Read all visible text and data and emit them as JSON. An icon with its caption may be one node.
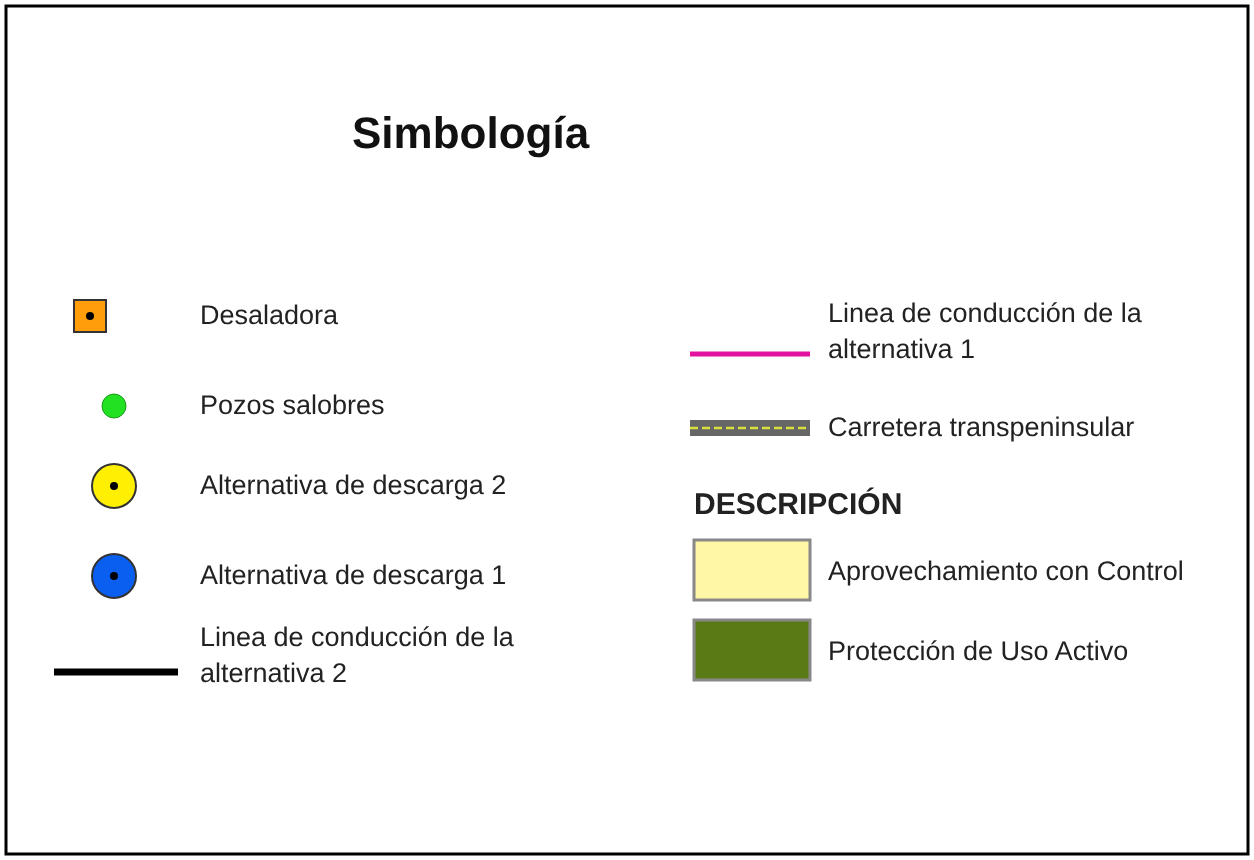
{
  "diagram": {
    "title": "Simbología",
    "labels": [
      "DESCRIPCIÓN"
    ],
    "legend": [
      {
        "text": "Desaladora"
      },
      {
        "text": "Pozos salobres"
      },
      {
        "text": "Alternativa de descarga 2"
      },
      {
        "text": "Alternativa de descarga 1"
      },
      {
        "text": "Linea de conducción de la alternativa 2"
      },
      {
        "text": "Linea de conducción de la alternativa 1"
      },
      {
        "text": "Carretera transpeninsular"
      },
      {
        "text": "Aprovechamiento con Control",
        "color": "#fff7a6"
      },
      {
        "text": "Protección de Uso Activo",
        "color": "#5a7a16"
      }
    ]
  }
}
